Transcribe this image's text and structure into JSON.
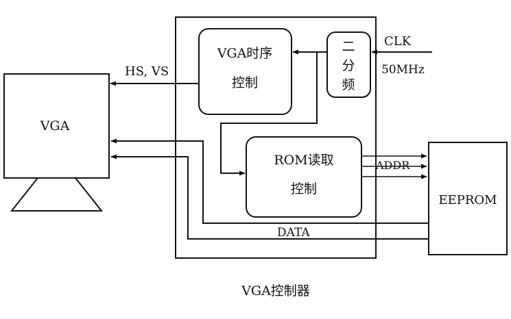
{
  "diagram": {
    "controller_caption": "VGA控制器",
    "vga_timing": {
      "line1": "VGA时序",
      "line2": "控制"
    },
    "divider": {
      "line1": "二",
      "line2": "分",
      "line3": "频"
    },
    "rom_read": {
      "line1": "ROM读取",
      "line2": "控制"
    },
    "vga_monitor": "VGA",
    "eeprom": "EEPROM",
    "signals": {
      "clk": "CLK",
      "freq": "50MHz",
      "hs_vs": "HS, VS",
      "addr": "ADDR",
      "data": "DATA"
    }
  }
}
